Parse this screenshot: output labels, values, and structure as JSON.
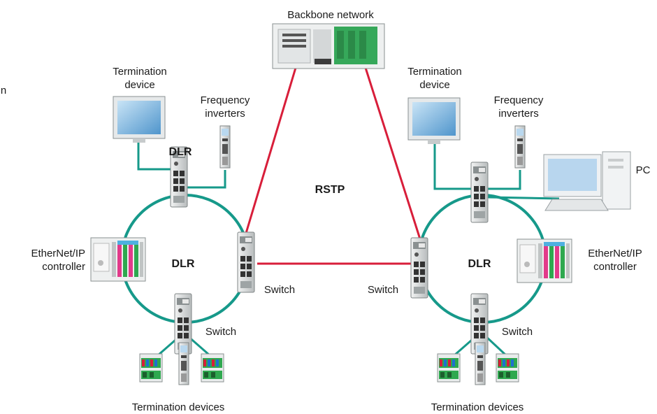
{
  "labels": {
    "backbone": "Backbone network",
    "stray_text": "n",
    "left_termination_device": [
      "Termination",
      "device"
    ],
    "left_frequency_inverters": [
      "Frequency",
      "inverters"
    ],
    "left_dlr_top": "DLR",
    "left_dlr_ring": "DLR",
    "left_controller": [
      "EtherNet/IP",
      "controller"
    ],
    "left_switch_bottom": "Switch",
    "left_switch_ring": "Switch",
    "left_termination_devices": "Termination devices",
    "rstp": "RSTP",
    "right_termination_device": [
      "Termination",
      "device"
    ],
    "right_frequency_inverters": [
      "Frequency",
      "inverters"
    ],
    "right_pc": "PC",
    "right_dlr_ring": "DLR",
    "right_controller": [
      "EtherNet/IP",
      "controller"
    ],
    "right_switch_ring": "Switch",
    "right_switch_bottom": "Switch",
    "right_termination_devices": "Termination devices"
  },
  "colors": {
    "dlr_ring": "#16998a",
    "rstp_link": "#d81e3a",
    "switch_body": "#d9dcdc",
    "monitor_screen": "#7fb7df",
    "io_module_green": "#2fa84f"
  }
}
